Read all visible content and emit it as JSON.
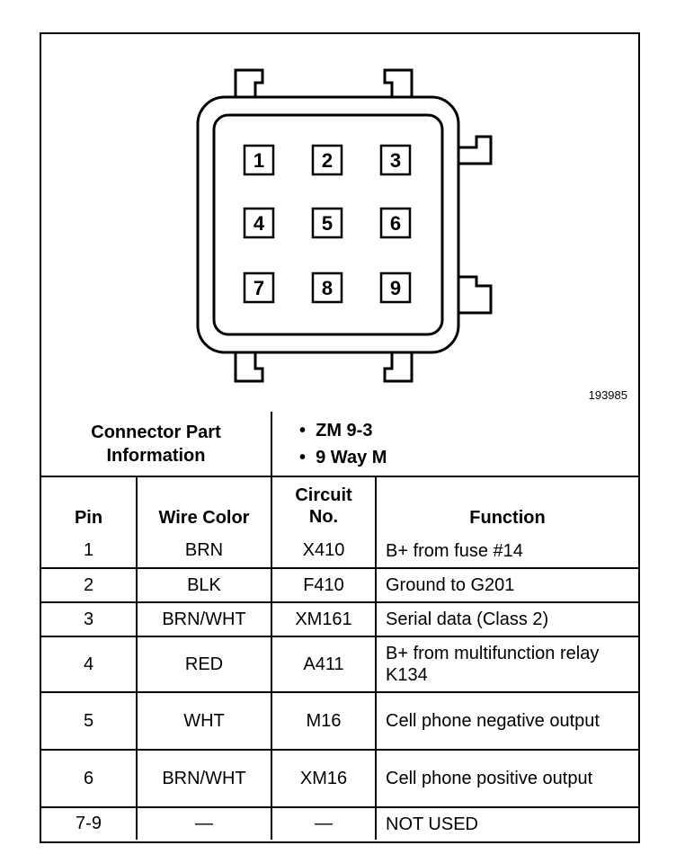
{
  "diagram": {
    "pin_labels": [
      "1",
      "2",
      "3",
      "4",
      "5",
      "6",
      "7",
      "8",
      "9"
    ],
    "figure_id": "193985"
  },
  "connector_info": {
    "label": "Connector Part Information",
    "values": [
      "ZM 9-3",
      "9 Way M"
    ]
  },
  "table": {
    "headers": {
      "pin": "Pin",
      "wire_color": "Wire Color",
      "circuit": "Circuit No.",
      "function": "Function"
    },
    "rows": [
      {
        "pin": "1",
        "wire_color": "BRN",
        "circuit": "X410",
        "function": "B+ from fuse #14"
      },
      {
        "pin": "2",
        "wire_color": "BLK",
        "circuit": "F410",
        "function": "Ground to G201"
      },
      {
        "pin": "3",
        "wire_color": "BRN/WHT",
        "circuit": "XM161",
        "function": "Serial data (Class 2)"
      },
      {
        "pin": "4",
        "wire_color": "RED",
        "circuit": "A411",
        "function": "B+ from multifunction relay K134"
      },
      {
        "pin": "5",
        "wire_color": "WHT",
        "circuit": "M16",
        "function": "Cell phone negative output"
      },
      {
        "pin": "6",
        "wire_color": "BRN/WHT",
        "circuit": "XM16",
        "function": "Cell phone positive output"
      },
      {
        "pin": "7-9",
        "wire_color": "—",
        "circuit": "—",
        "function": "NOT USED"
      }
    ]
  }
}
